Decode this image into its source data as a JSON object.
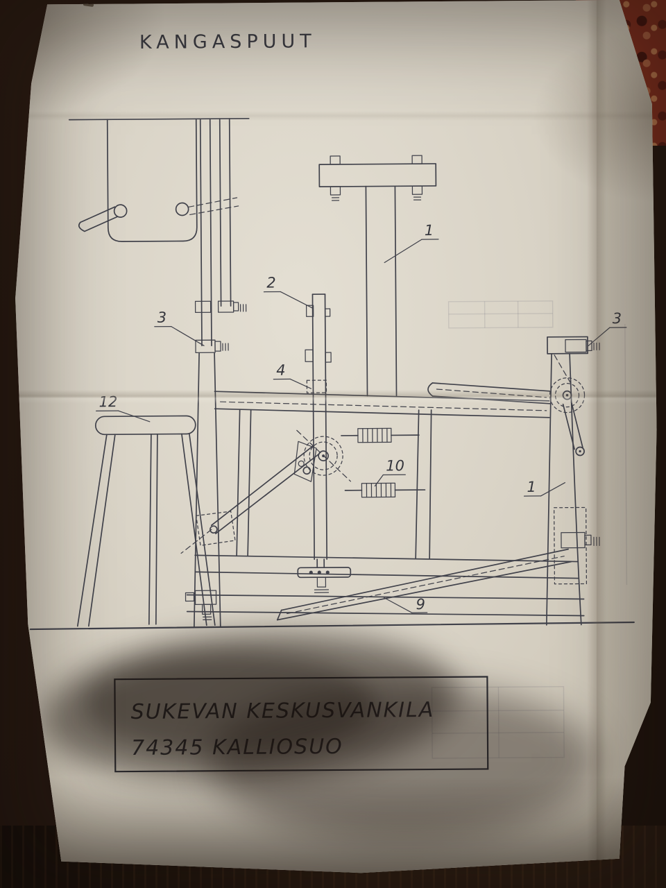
{
  "photo": {
    "drawing_title": "KANGASPUUT",
    "title_block": {
      "line1": "SUKEVAN KESKUSVANKILA",
      "line2": "74345 KALLIOSUO"
    },
    "labels": [
      {
        "text": "1"
      },
      {
        "text": "2"
      },
      {
        "text": "3"
      },
      {
        "text": "3"
      },
      {
        "text": "4"
      },
      {
        "text": "12"
      },
      {
        "text": "10"
      },
      {
        "text": "1"
      },
      {
        "text": "9"
      }
    ],
    "colors": {
      "ink": "#41424b",
      "paper": "#d6d0c3",
      "carpet": "#7c2d1d",
      "floor": "#20150e"
    }
  }
}
